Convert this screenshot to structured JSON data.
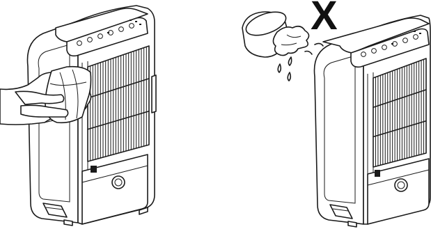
{
  "panels": [
    {
      "id": "correct",
      "scene": "cloth-wiping-dehumidifier"
    },
    {
      "id": "incorrect",
      "scene": "water-poured-on-dehumidifier"
    }
  ],
  "forbidden_mark": {
    "text": "X",
    "color": "#111111"
  },
  "colors": {
    "ink": "#1a1a1a",
    "background": "#ffffff"
  }
}
